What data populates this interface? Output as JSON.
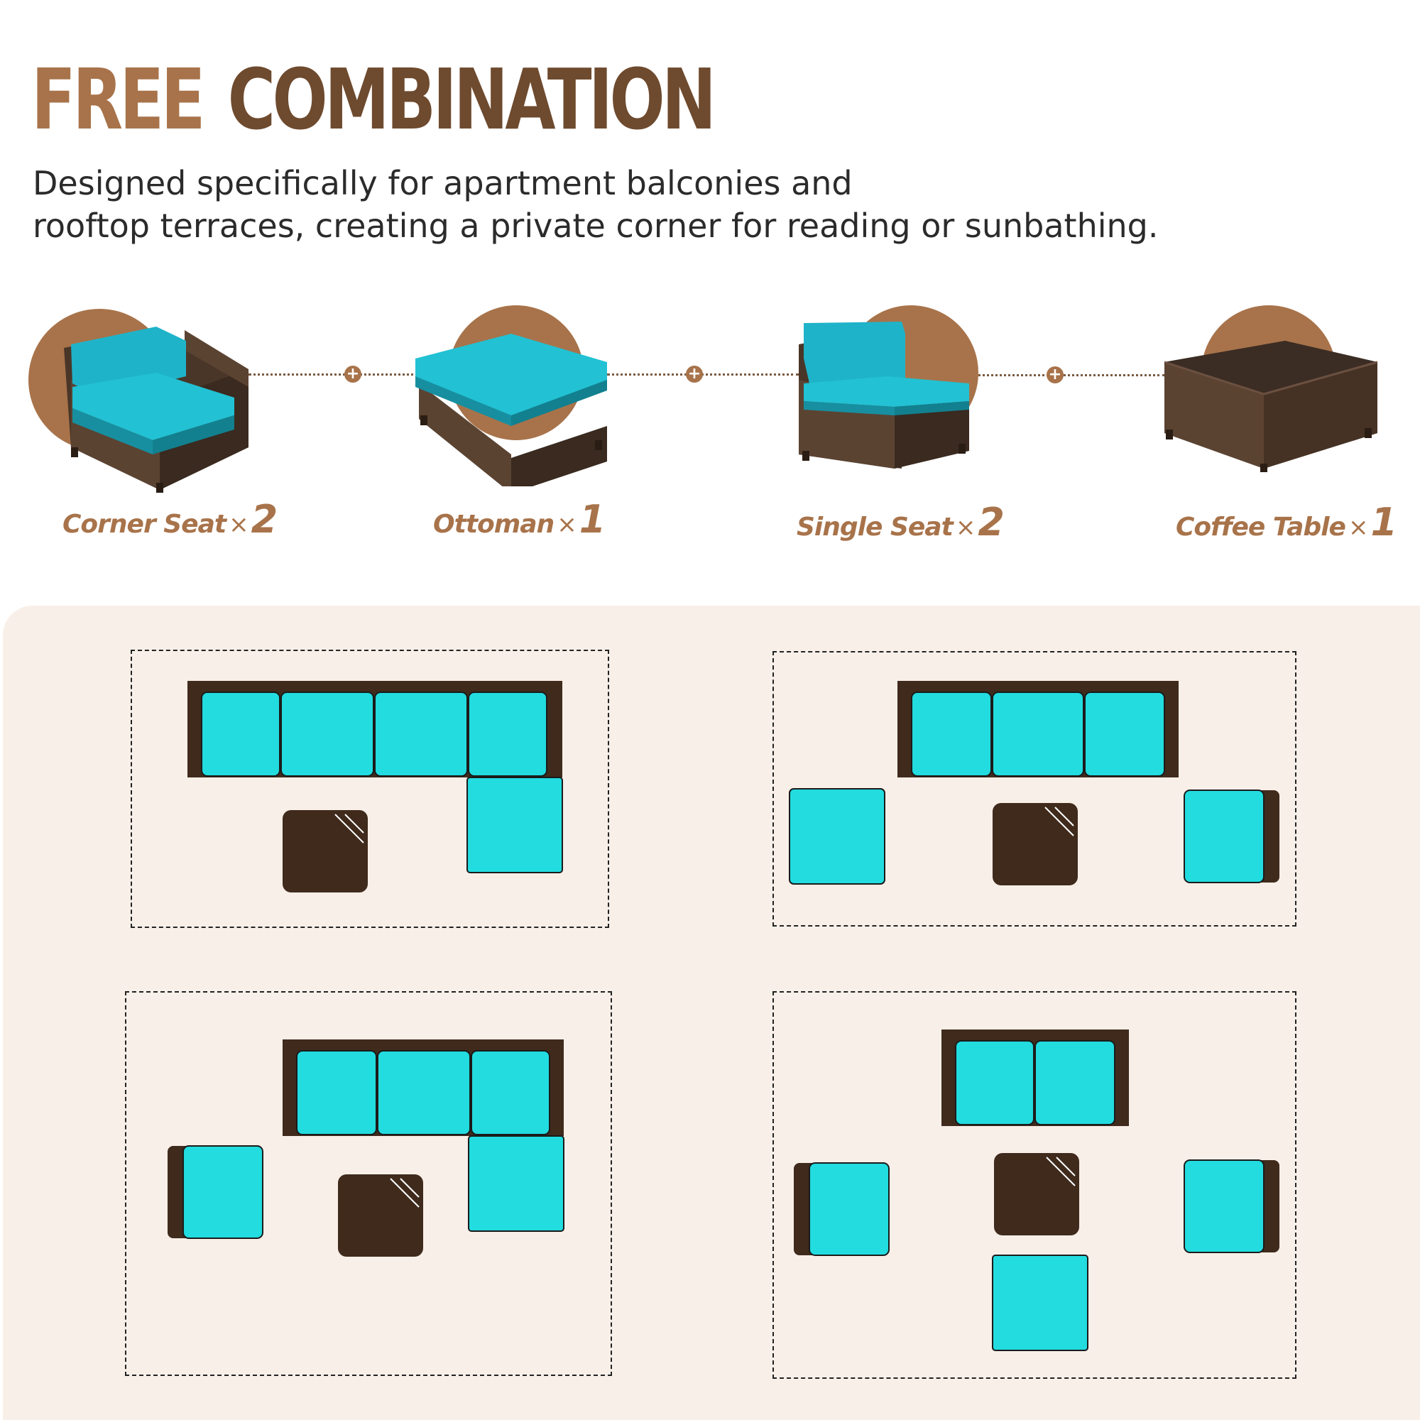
{
  "header": {
    "title_word_1": "FREE",
    "title_word_2": "COMBINATION",
    "description_line_1": "Designed specifically for apartment balconies and",
    "description_line_2": "rooftop terraces, creating a private corner for reading or sunbathing."
  },
  "products": [
    {
      "name": "Corner Seat",
      "times": "×",
      "count": "2",
      "icon": "corner-seat-image"
    },
    {
      "name": "Ottoman",
      "times": "×",
      "count": "1",
      "icon": "ottoman-image"
    },
    {
      "name": "Single Seat",
      "times": "×",
      "count": "2",
      "icon": "single-seat-image"
    },
    {
      "name": "Coffee Table",
      "times": "×",
      "count": "1",
      "icon": "coffee-table-image"
    }
  ],
  "connector_symbol": "+",
  "colors": {
    "accent_brown": "#a8734a",
    "title_dark_brown": "#6e4a2e",
    "cushion_blue": "#1fb3c9",
    "layout_cushion": "#22dcdf",
    "wicker_brown": "#3d2c20",
    "panel_bg": "#f8efe8"
  }
}
